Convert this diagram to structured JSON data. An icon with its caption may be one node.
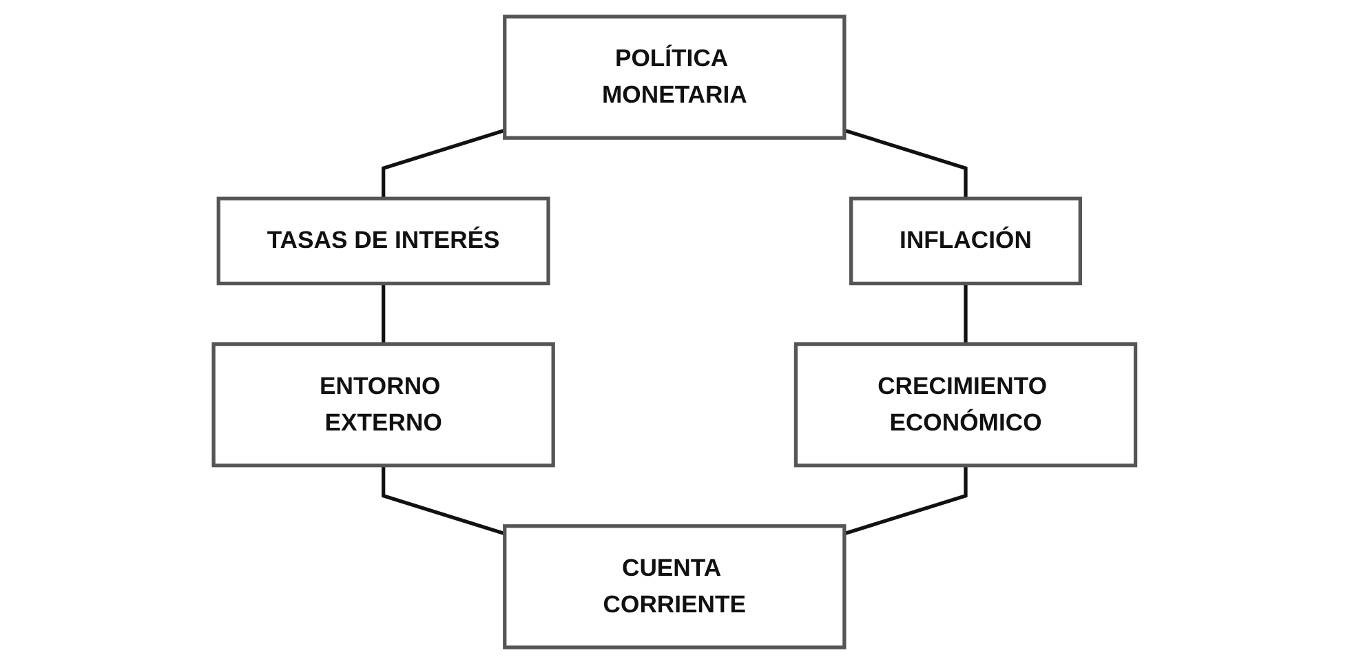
{
  "diagram": {
    "nodes": [
      {
        "text": [
          "POLÍTICA MONETARIA"
        ]
      },
      {
        "text": [
          "TASAS DE INTERÉS"
        ]
      },
      {
        "text": [
          "INFLACIÓN"
        ]
      },
      {
        "text": [
          "ENTORNO EXTERNO"
        ]
      },
      {
        "text": [
          "CRECIMIENTO ECONÓMICO"
        ]
      },
      {
        "text": [
          "CUENTA CORRIENTE"
        ]
      }
    ],
    "edges": [
      {
        "from": 0,
        "to": 1,
        "arrow": "none"
      },
      {
        "from": 0,
        "to": 2,
        "arrow": "none"
      },
      {
        "from": 1,
        "to": 3,
        "arrow": "none"
      },
      {
        "from": 2,
        "to": 4,
        "arrow": "none"
      },
      {
        "from": 3,
        "to": 5,
        "arrow": "none"
      },
      {
        "from": 4,
        "to": 5,
        "arrow": "none"
      }
    ]
  }
}
